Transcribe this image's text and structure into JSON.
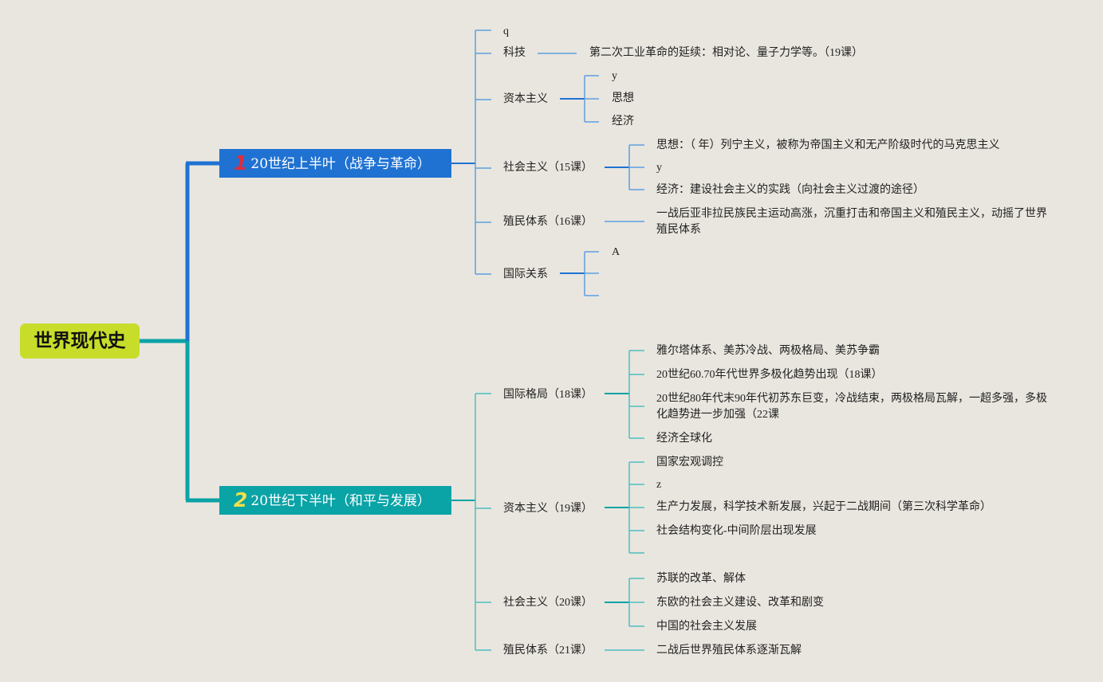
{
  "root": {
    "label": "世界现代史"
  },
  "branches": [
    {
      "num": "1",
      "label": "20世纪上半叶（战争与革命）",
      "color": "#1f72d2",
      "topics": [
        {
          "label": "q",
          "children": []
        },
        {
          "label": "科技",
          "children": [
            "第二次工业革命的延续：相对论、量子力学等。（19课）"
          ]
        },
        {
          "label": "资本主义",
          "children": [
            "y",
            "思想",
            "经济"
          ]
        },
        {
          "label": "社会主义（15课）",
          "children": [
            "思想：（ 年）列宁主义，被称为帝国主义和无产阶级时代的马克思主义",
            "y",
            "经济：建设社会主义的实践（向社会主义过渡的途径）"
          ]
        },
        {
          "label": "殖民体系（16课）",
          "children": [
            "一战后亚非拉民族民主运动高涨，沉重打击和帝国主义和殖民主义，动摇了世界殖民体系"
          ]
        },
        {
          "label": "国际关系",
          "children": [
            "A",
            "",
            ""
          ]
        }
      ]
    },
    {
      "num": "2",
      "label": "20世纪下半叶（和平与发展）",
      "color": "#0aa3a6",
      "topics": [
        {
          "label": "国际格局（18课）",
          "children": [
            "雅尔塔体系、美苏冷战、两极格局、美苏争霸",
            "20世纪60.70年代世界多极化趋势出现（18课）",
            "20世纪80年代末90年代初苏东巨变，冷战结束，两极格局瓦解，一超多强，多极化趋势进一步加强（22课",
            "经济全球化"
          ]
        },
        {
          "label": "资本主义（19课）",
          "children": [
            "国家宏观调控",
            "z",
            "生产力发展，科学技术新发展，兴起于二战期间（第三次科学革命）",
            "社会结构变化-中间阶层出现发展",
            ""
          ]
        },
        {
          "label": "社会主义（20课）",
          "children": [
            "苏联的改革、解体",
            "东欧的社会主义建设、改革和剧变",
            "中国的社会主义发展"
          ]
        },
        {
          "label": "殖民体系（21课）",
          "children": [
            "二战后世界殖民体系逐渐瓦解"
          ]
        }
      ]
    }
  ]
}
